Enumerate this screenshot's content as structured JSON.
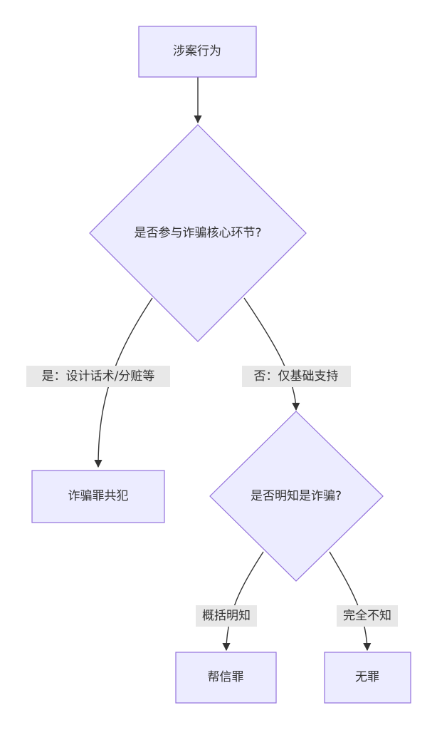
{
  "nodes": {
    "start": "涉案行为",
    "decision1": "是否参与诈骗核心环节?",
    "decision2": "是否明知是诈骗?",
    "result_accomplice": "诈骗罪共犯",
    "result_help": "帮信罪",
    "result_innocent": "无罪"
  },
  "edges": {
    "yes_core": "是：设计话术/分赃等",
    "no_core": "否：仅基础支持",
    "knew_generally": "概括明知",
    "knew_nothing": "完全不知"
  },
  "colors": {
    "node_fill": "#ececff",
    "node_stroke": "#9370db",
    "edge": "#333333",
    "label_bg": "#e8e8e8"
  }
}
